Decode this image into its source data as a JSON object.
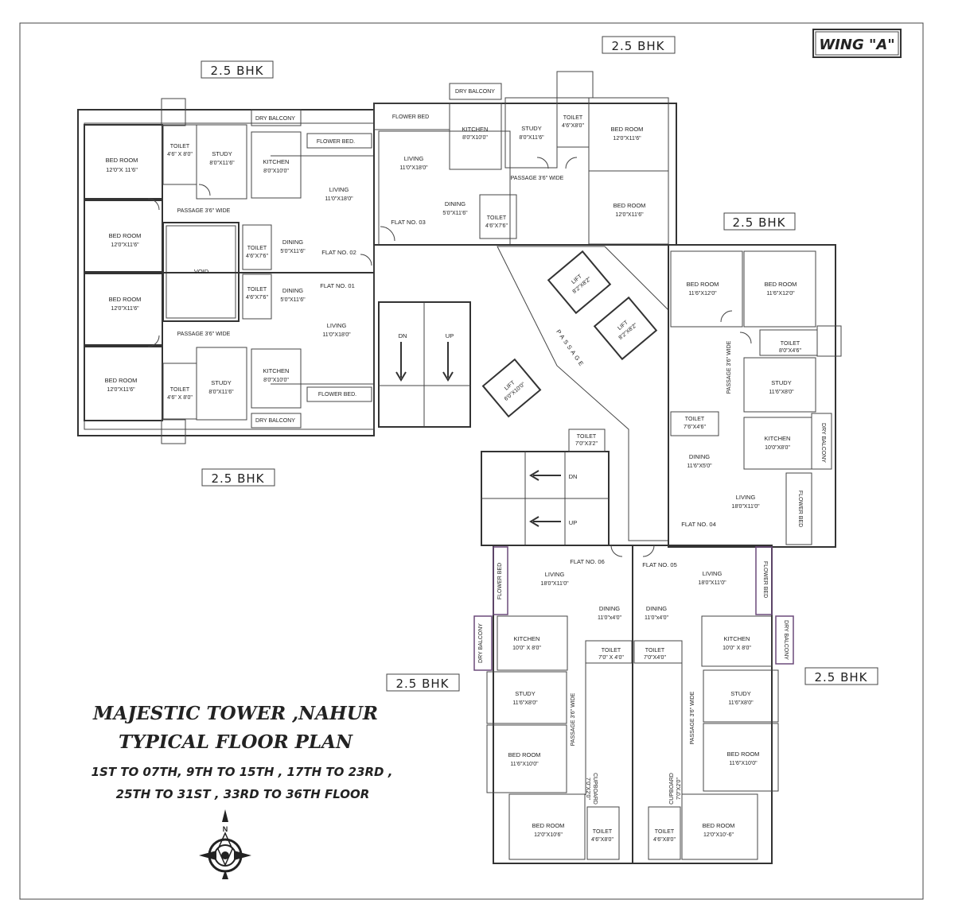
{
  "wing_label": "WING \"A\"",
  "bhk_tags": [
    "2.5 BHK",
    "2.5 BHK",
    "2.5 BHK",
    "2.5 BHK",
    "2.5 BHK",
    "2.5 BHK"
  ],
  "title": {
    "line1": "MAJESTIC TOWER ,NAHUR",
    "line2": "TYPICAL FLOOR PLAN",
    "line3": "1ST TO 07TH, 9TH TO 15TH , 17TH TO 23RD ,",
    "line4": "25TH TO 31ST , 33RD TO 36TH FLOOR"
  },
  "compass": {
    "north": "N"
  },
  "flats": {
    "f01": "FLAT NO. 01",
    "f02": "FLAT NO. 02",
    "f03": "FLAT NO. 03",
    "f04": "FLAT NO. 04",
    "f05": "FLAT NO. 05",
    "f06": "FLAT NO. 06"
  },
  "rooms": {
    "dry_balcony": "DRY BALCONY",
    "flower_bed": "FLOWER BED",
    "flower_bed_dot": "FLOWER BED.",
    "bed_room": "BED ROOM",
    "toilet": "TOILET",
    "study": "STUDY",
    "kitchen": "KITCHEN",
    "living": "LIVING",
    "dining": "DINING",
    "void": "VOID",
    "passage": "PASSAGE",
    "passage_wide": "PASSAGE 3'6\" WIDE",
    "lift": "LIFT",
    "cupboard": "CUPBOARD",
    "dn": "DN",
    "up": "UP"
  },
  "dims": {
    "d12x116": "12'0\"X11'6\"",
    "d12x116s": "12'0\"X 11'6\"",
    "d46x80": "4'6\" X 8'0\"",
    "d46x80b": "4'6\"X8'0\"",
    "d80x116": "8'0\"X11'6\"",
    "d80x100": "8'0\"X10'0\"",
    "d110x180": "11'0\"X18'0\"",
    "d50x116": "5'0\"X11'6\"",
    "d46x76": "4'6\"X7'6\"",
    "d116x120": "11'6\"X12'0\"",
    "d80x46": "8'0\"X4'6\"",
    "d116x80": "11'6\"X8'0\"",
    "d76x46": "7'6\"X4'6\"",
    "d100x80": "10'0\"X8'0\"",
    "d116x50": "11'6\"X5'0\"",
    "d180x110": "18'0\"X11'0\"",
    "d82x82": "8'2\"X8'2\"",
    "d60x100": "6'0\"X10'0\"",
    "d70x32": "7'0\"X3'2\"",
    "d110x40": "11'0\"x4'0\"",
    "d70x40": "7'0\" X 4'0\"",
    "d70x40b": "7'0\"X4'0\"",
    "d100x80s": "10'0\" X 8'0\"",
    "d116x80b": "11'6\"X8'0\"",
    "d116x100": "11'6\"X10'0\"",
    "d120x106": "12'0\"X10'6\"",
    "d120x106b": "12'0\"X10'-6\"",
    "d70x20": "7'0\"X2'0\""
  },
  "colors": {
    "line": "#333333",
    "accent": "#6b4a7a"
  }
}
